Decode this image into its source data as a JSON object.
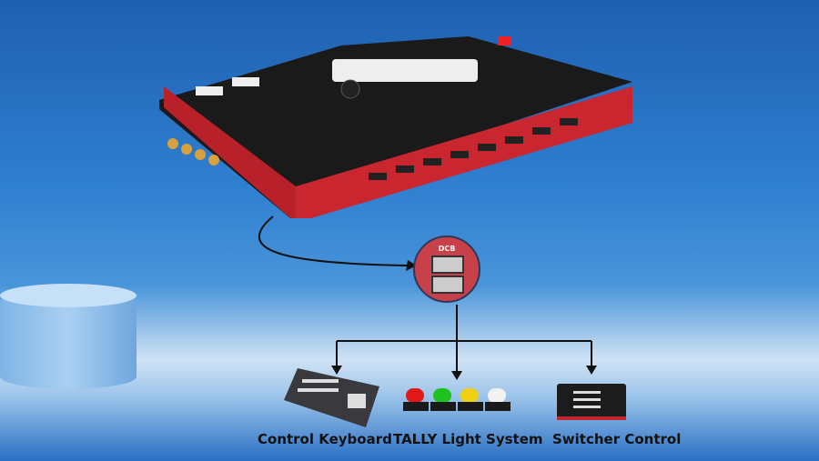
{
  "usb_panel": {
    "label": "DCB"
  },
  "devices": [
    {
      "label": "Control Keyboard"
    },
    {
      "label": "TALLY Light System"
    },
    {
      "label": "Switcher Control"
    }
  ],
  "tally_colors": [
    "#e01818",
    "#1fc21f",
    "#f0d010",
    "#f2f2f2"
  ],
  "accent": "#c2252e"
}
